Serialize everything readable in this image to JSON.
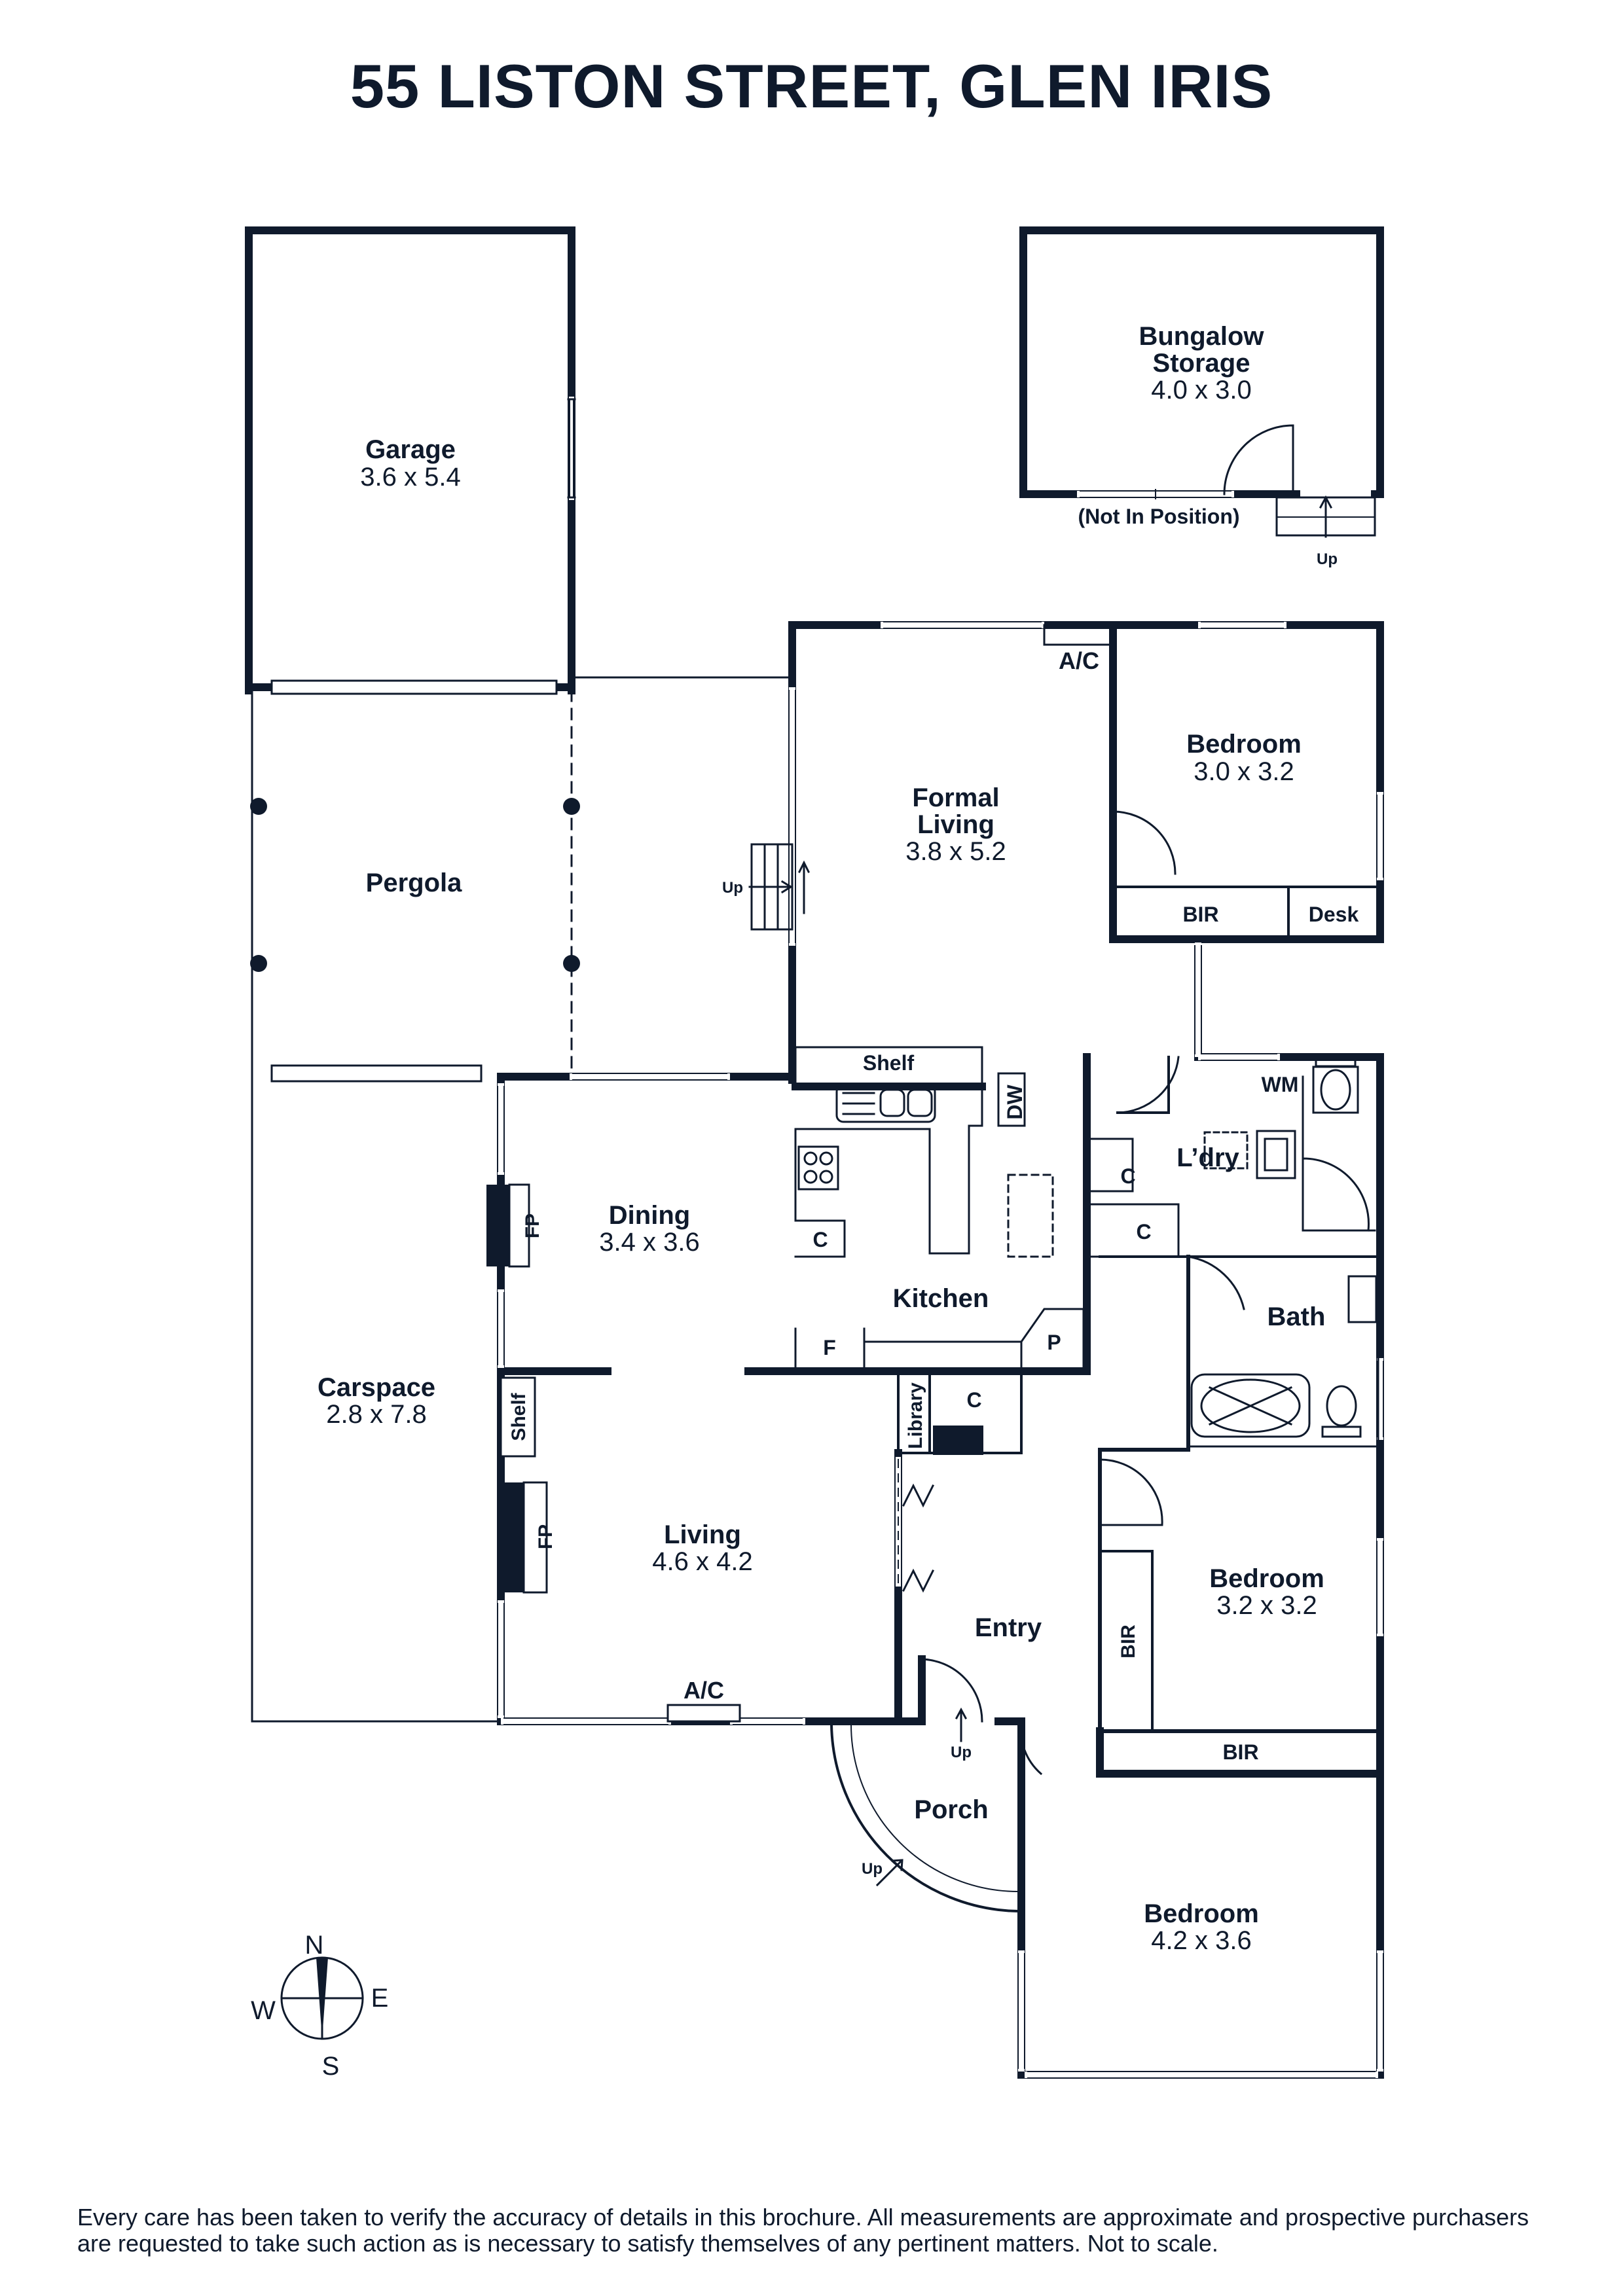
{
  "title": "55 LISTON STREET, GLEN IRIS",
  "rooms": {
    "garage": {
      "name": "Garage",
      "dims": "3.6 x 5.4"
    },
    "bungalow": {
      "name1": "Bungalow",
      "name2": "Storage",
      "dims": "4.0 x 3.0",
      "note": "(Not In Position)"
    },
    "pergola": {
      "name": "Pergola"
    },
    "formal_living": {
      "name1": "Formal",
      "name2": "Living",
      "dims": "3.8 x 5.2"
    },
    "bedroom1": {
      "name": "Bedroom",
      "dims": "3.0 x 3.2"
    },
    "dining": {
      "name": "Dining",
      "dims": "3.4 x 3.6"
    },
    "kitchen": {
      "name": "Kitchen"
    },
    "laundry": {
      "name": "L’dry"
    },
    "bath": {
      "name": "Bath"
    },
    "carspace": {
      "name": "Carspace",
      "dims": "2.8 x 7.8"
    },
    "living": {
      "name": "Living",
      "dims": "4.6 x 4.2"
    },
    "entry": {
      "name": "Entry"
    },
    "bedroom2": {
      "name": "Bedroom",
      "dims": "3.2 x 3.2"
    },
    "porch": {
      "name": "Porch"
    },
    "bedroom3": {
      "name": "Bedroom",
      "dims": "4.2 x 3.6"
    }
  },
  "fixtures": {
    "ac": "A/C",
    "bir": "BIR",
    "desk": "Desk",
    "shelf": "Shelf",
    "dw": "DW",
    "wm": "WM",
    "cupboard": "C",
    "fridge": "F",
    "pantry": "P",
    "library": "Library",
    "fireplace": "FP",
    "up": "Up"
  },
  "compass": {
    "n": "N",
    "s": "S",
    "e": "E",
    "w": "W"
  },
  "disclaimer": "Every care has been taken to verify the accuracy of details in this brochure. All measurements are approximate and prospective purchasers are requested to take such action as is necessary to satisfy themselves of any pertinent matters. Not to scale."
}
